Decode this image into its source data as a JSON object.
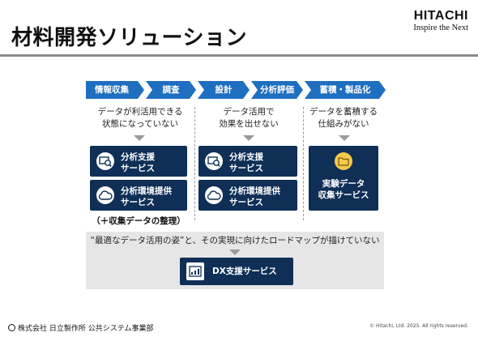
{
  "header": {
    "title": "材料開発ソリューション",
    "brand_name": "HITACHI",
    "brand_tagline": "Inspire the Next"
  },
  "stages": [
    {
      "label": "情報収集"
    },
    {
      "label": "調査"
    },
    {
      "label": "設計"
    },
    {
      "label": "分析評価"
    },
    {
      "label": "蓄積・製品化"
    }
  ],
  "columns": [
    {
      "issue_line1": "データが利活用できる",
      "issue_line2": "状態になっていない"
    },
    {
      "issue_line1": "データ活用で",
      "issue_line2": "効果を出せない"
    },
    {
      "issue_line1": "データを蓄積する",
      "issue_line2": "仕組みがない"
    }
  ],
  "services": {
    "analysis_support_1": {
      "line1": "分析支援",
      "line2": "サービス",
      "icon": "analyst-icon"
    },
    "environment_1": {
      "line1": "分析環境提供",
      "line2": "サービス",
      "icon": "cloud-icon"
    },
    "analysis_support_2": {
      "line1": "分析支援",
      "line2": "サービス",
      "icon": "analyst-icon"
    },
    "environment_2": {
      "line1": "分析環境提供",
      "line2": "サービス",
      "icon": "cloud-icon"
    },
    "experiment_data": {
      "line1": "実験データ",
      "line2": "収集サービス",
      "icon": "folder-icon"
    },
    "dx_support": {
      "label": "DX支援サービス",
      "icon": "dashboard-icon"
    }
  },
  "col1_subnote": "（＋収集データの整理）",
  "bottom_issue": "“最適なデータ活用の姿”と、その実現に向けたロードマップが描けていない",
  "footer": {
    "company": "株式会社 日立製作所  公共システム事業部",
    "copyright": "© Hitachi, Ltd. 2025. All rights reserved."
  },
  "colors": {
    "chevron": "#1f6fc0",
    "service_box": "#0f2f57",
    "panel": "#e6e6e6",
    "folder_icon": "#f2c94c"
  }
}
